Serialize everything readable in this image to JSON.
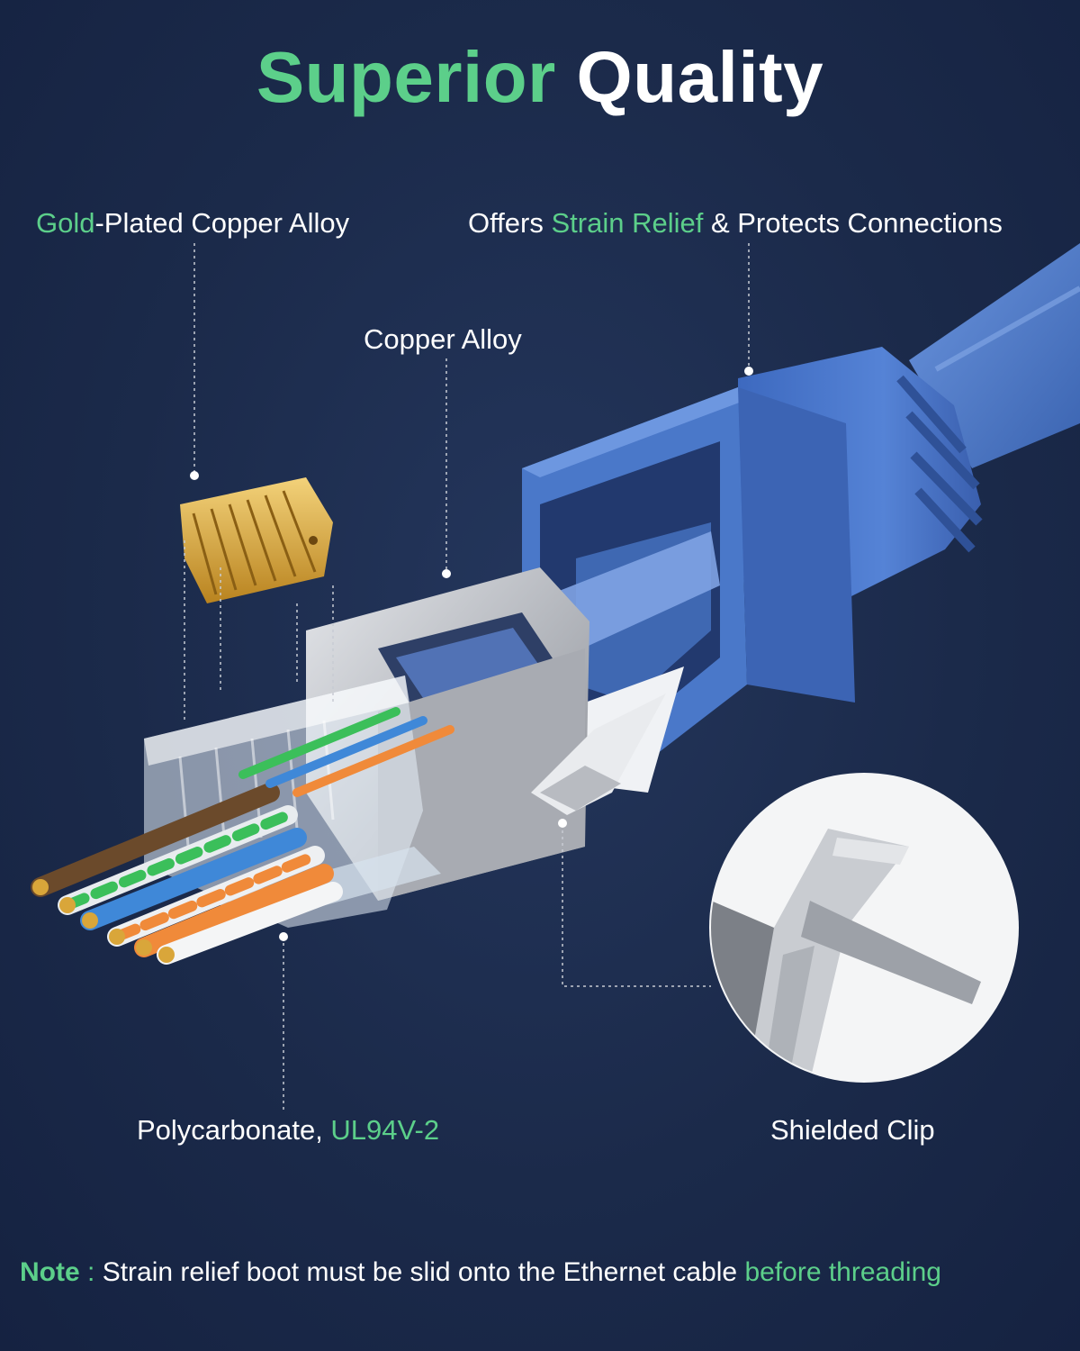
{
  "title": {
    "part1": "Superior",
    "part2": "Quality"
  },
  "callouts": {
    "gold": {
      "highlight": "Gold",
      "rest": "-Plated Copper Alloy"
    },
    "strain": {
      "pre": "Offers ",
      "highlight": "Strain Relief",
      "post": " & Protects Connections"
    },
    "copper": {
      "text": "Copper Alloy"
    },
    "poly": {
      "pre": "Polycarbonate, ",
      "highlight": "UL94V-2"
    },
    "clip": {
      "text": "Shielded Clip"
    }
  },
  "note": {
    "label": "Note",
    "sep": " : ",
    "text": "Strain relief boot must be slid onto the Ethernet cable ",
    "highlight": "before threading"
  },
  "colors": {
    "accent_green": "#5ccf8a",
    "background": "#1b2a4a",
    "cable_blue": "#4a78c9",
    "gold": "#d9a63a",
    "metal": "#b9bcc2"
  }
}
